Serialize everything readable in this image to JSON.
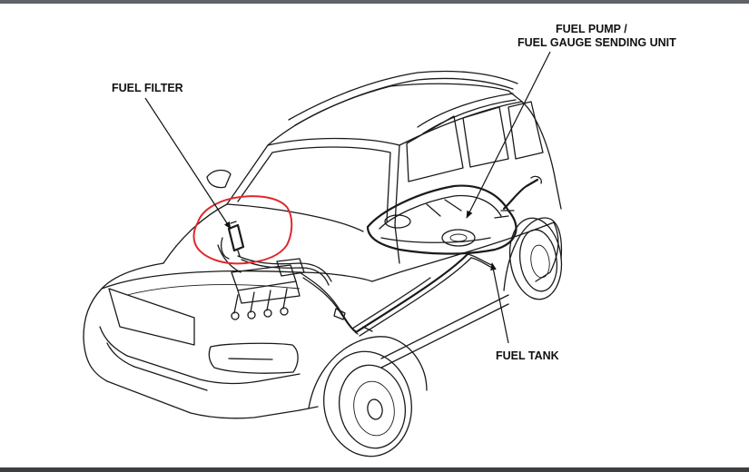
{
  "labels": {
    "fuel_filter": "FUEL FILTER",
    "fuel_pump_line1": "FUEL PUMP /",
    "fuel_pump_line2": "FUEL GAUGE SENDING UNIT",
    "fuel_tank": "FUEL TANK"
  },
  "colors": {
    "line": "#1a1a1a",
    "highlight_circle": "#e0282e",
    "frame": "#5f6368"
  },
  "icons": {
    "arrow": "arrowhead"
  }
}
